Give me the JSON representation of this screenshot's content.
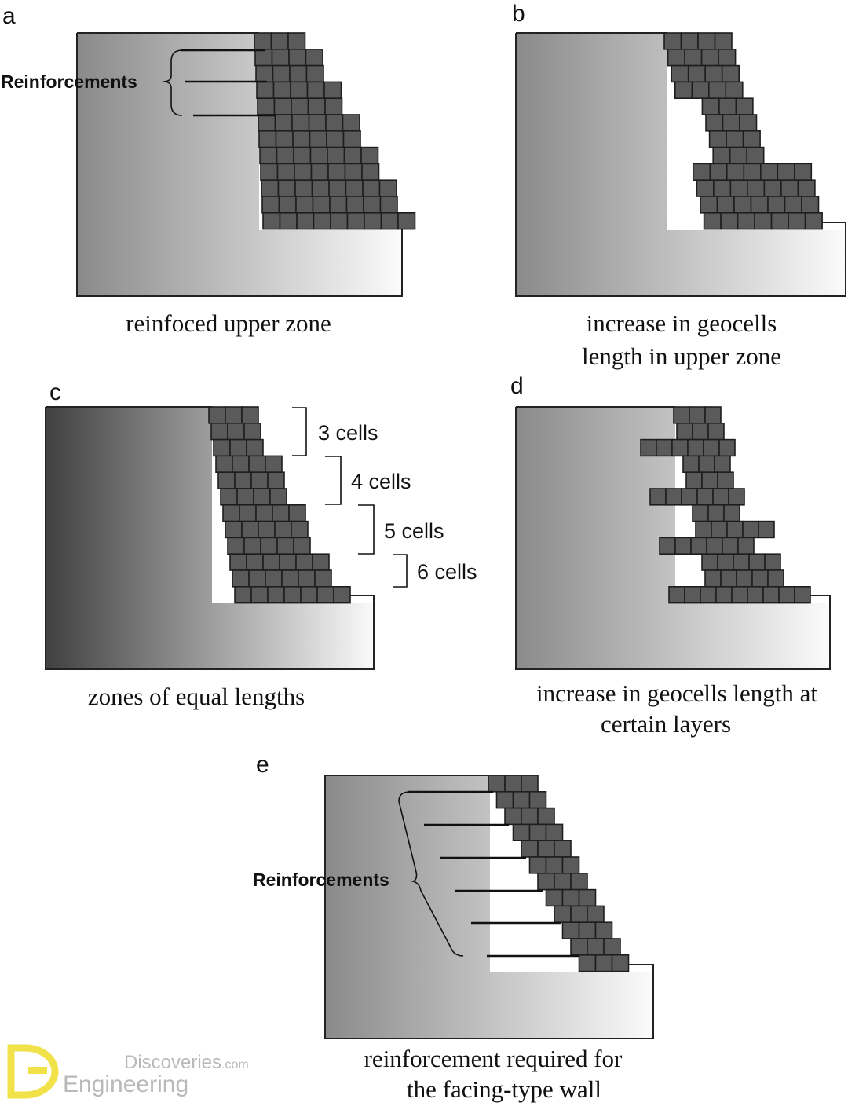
{
  "panels": [
    {
      "letter": "a",
      "caption": [
        "reinfoced upper zone"
      ],
      "label": "Reinforcements"
    },
    {
      "letter": "b",
      "caption": [
        "increase in geocells",
        "length in upper zone"
      ]
    },
    {
      "letter": "c",
      "caption": [
        "zones of equal lengths"
      ],
      "zones": [
        "3 cells",
        "4 cells",
        "5 cells",
        "6 cells"
      ]
    },
    {
      "letter": "d",
      "caption": [
        "increase in geocells length at",
        "certain layers"
      ]
    },
    {
      "letter": "e",
      "caption": [
        "reinforcement required for",
        "the facing-type wall"
      ],
      "label": "Reinforcements"
    }
  ],
  "watermark": {
    "top": "Discoveries",
    "suffix": ".com",
    "bottom": "Engineering",
    "mark_color": "#f2e24a"
  }
}
